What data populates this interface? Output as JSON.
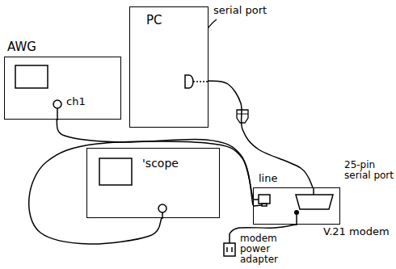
{
  "diagram": {
    "nodes": [
      {
        "text": [
          "PC"
        ]
      },
      {
        "text": [
          "AWG",
          "ch1"
        ]
      },
      {
        "text": [
          "'scope"
        ]
      },
      {
        "text": [
          "line",
          "V.21 modem"
        ]
      },
      {
        "text": [
          "modem power adapter"
        ]
      }
    ],
    "edges": [
      {
        "from": 0,
        "to": 3,
        "arrow": "none"
      },
      {
        "from": 1,
        "to": 3,
        "arrow": "none"
      },
      {
        "from": 2,
        "to": 3,
        "arrow": "none"
      },
      {
        "from": 4,
        "to": 3,
        "arrow": "none"
      }
    ],
    "labels": [
      "serial port",
      "25-pin serial port"
    ]
  }
}
